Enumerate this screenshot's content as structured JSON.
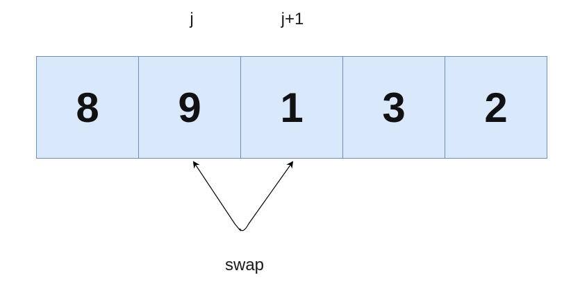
{
  "indices": {
    "j": "j",
    "j_plus_1": "j+1"
  },
  "array": {
    "cells": [
      "8",
      "9",
      "1",
      "3",
      "2"
    ]
  },
  "annotation": {
    "swap": "swap"
  },
  "colors": {
    "cell_fill": "#dae8fc",
    "cell_border": "#6c8ebf",
    "text": "#111111"
  }
}
